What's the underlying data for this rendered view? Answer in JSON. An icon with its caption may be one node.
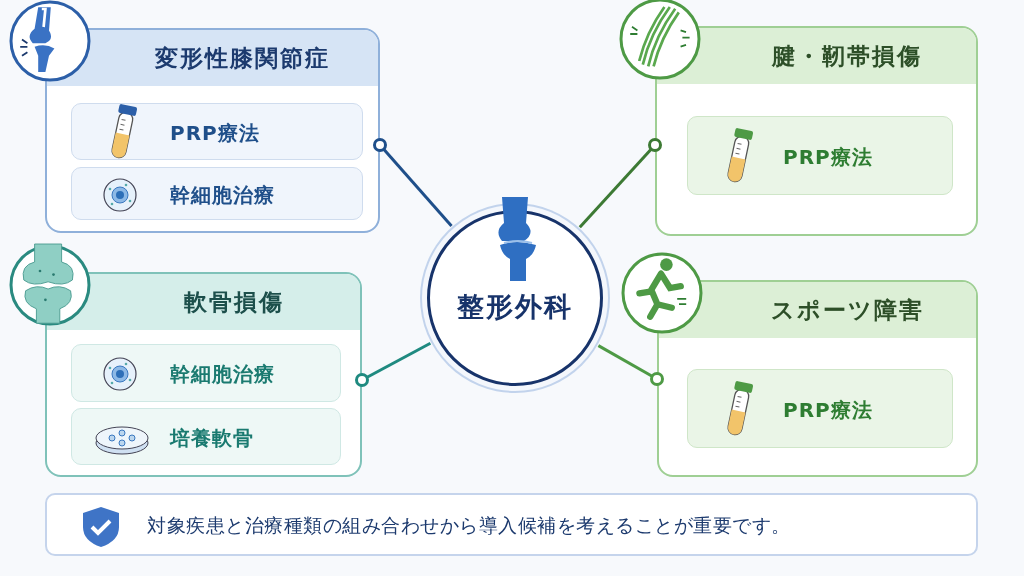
{
  "diagram": {
    "nodes": [
      {
        "text": [
          "整形外科"
        ]
      },
      {
        "text": [
          "変形性膝関節症"
        ]
      },
      {
        "text": [
          "PRP療法"
        ],
        "in": 1
      },
      {
        "text": [
          "幹細胞治療"
        ],
        "in": 1
      },
      {
        "text": [
          "腱・靭帯損傷"
        ]
      },
      {
        "text": [
          "PRP療法"
        ],
        "in": 4
      },
      {
        "text": [
          "軟骨損傷"
        ]
      },
      {
        "text": [
          "幹細胞治療"
        ],
        "in": 6
      },
      {
        "text": [
          "培養軟骨"
        ],
        "in": 6
      },
      {
        "text": [
          "スポーツ障害"
        ]
      },
      {
        "text": [
          "PRP療法"
        ],
        "in": 9
      },
      {
        "text": [
          "対象疾患と治療種類の組み合わせから導入候補を考えることが重要です。"
        ]
      }
    ],
    "edges": [
      {
        "from": 0,
        "to": 1,
        "arrow": "other",
        "color": "#1f4f8a"
      },
      {
        "from": 0,
        "to": 4,
        "arrow": "other",
        "color": "#3d7a34"
      },
      {
        "from": 0,
        "to": 6,
        "arrow": "other",
        "color": "#1f8a80"
      },
      {
        "from": 0,
        "to": 9,
        "arrow": "other",
        "color": "#4e9a45"
      }
    ]
  }
}
